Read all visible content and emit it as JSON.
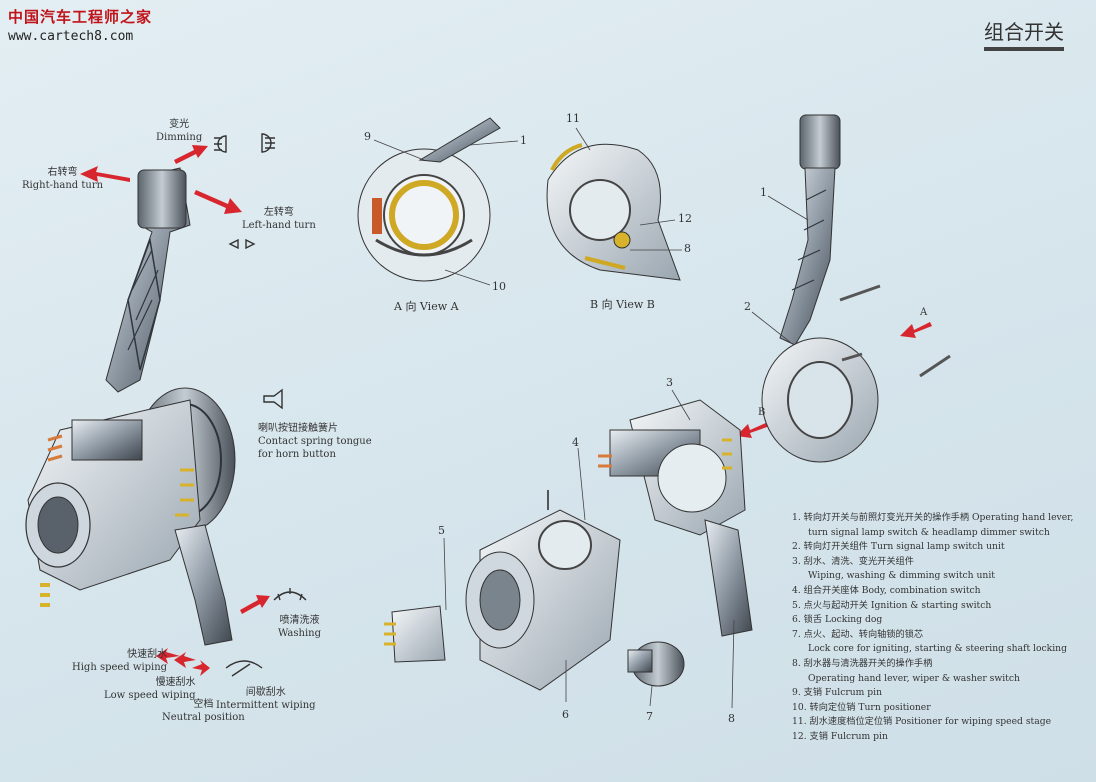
{
  "watermark": {
    "cn": "中国汽车工程师之家",
    "url": "www.cartech8.com"
  },
  "title": "组合开关",
  "labels": {
    "dimming": {
      "cn": "变光",
      "en": "Dimming"
    },
    "right_turn": {
      "cn": "右转弯",
      "en": "Right-hand turn"
    },
    "left_turn": {
      "cn": "左转弯",
      "en": "Left-hand turn"
    },
    "horn": {
      "cn": "喇叭按钮接触簧片",
      "en1": "Contact spring tongue",
      "en2": "for horn button"
    },
    "washing": {
      "cn": "喷清洗液",
      "en": "Washing"
    },
    "high_speed": {
      "cn": "快速刮水",
      "en": "High speed wiping"
    },
    "low_speed": {
      "cn": "慢速刮水",
      "en": "Low speed wiping"
    },
    "neutral": {
      "cn": "空档",
      "en": "Neutral position"
    },
    "intermittent": {
      "cn": "间歇刮水",
      "en": "Intermittent wiping"
    },
    "view_a": "A 向 View A",
    "view_b": "B 向 View B",
    "arrow_a": "A",
    "arrow_b": "B"
  },
  "callouts": {
    "n1a": "1",
    "n9": "9",
    "n10": "10",
    "n11": "11",
    "n12": "12",
    "n8a": "8",
    "n1b": "1",
    "n2": "2",
    "n3": "3",
    "n4": "4",
    "n5": "5",
    "n6": "6",
    "n7": "7",
    "n8b": "8"
  },
  "legend": [
    {
      "l1": "1.  转向灯开关与前照灯变光开关的操作手柄  Operating hand lever,",
      "l2": "turn signal lamp switch & headlamp  dimmer switch"
    },
    {
      "l1": "2.  转向灯开关组件  Turn signal lamp switch unit",
      "l2": ""
    },
    {
      "l1": "3.  刮水、清洗、变光开关组件",
      "l2": "Wiping, washing & dimming switch unit"
    },
    {
      "l1": "4.  组合开关座体  Body, combination switch",
      "l2": ""
    },
    {
      "l1": "5.  点火与起动开关  Ignition & starting switch",
      "l2": ""
    },
    {
      "l1": "6.  锁舌  Locking dog",
      "l2": ""
    },
    {
      "l1": "7.  点火、起动、转向轴锁的锁芯",
      "l2": "Lock core for igniting, starting & steering shaft locking"
    },
    {
      "l1": "8.  刮水器与清洗器开关的操作手柄",
      "l2": "Operating hand lever, wiper & washer switch"
    },
    {
      "l1": "9.  支销  Fulcrum pin",
      "l2": ""
    },
    {
      "l1": "10.  转向定位销  Turn positioner",
      "l2": ""
    },
    {
      "l1": "11.  刮水速度档位定位销  Positioner for wiping speed stage",
      "l2": ""
    },
    {
      "l1": "12.  支销  Fulcrum pin",
      "l2": ""
    }
  ],
  "colors": {
    "arrow": "#d8262e",
    "metal": "#8d98a3",
    "metal_dark": "#3f464e",
    "gold": "#d8b22a"
  }
}
